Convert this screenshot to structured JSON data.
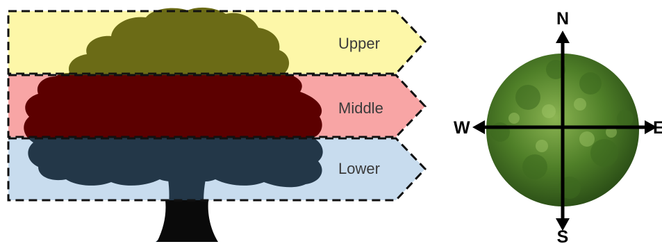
{
  "layers": [
    {
      "id": "upper",
      "label": "Upper",
      "color": "#fdf7a8"
    },
    {
      "id": "middle",
      "label": "Middle",
      "color": "#f8a5a5"
    },
    {
      "id": "lower",
      "label": "Lower",
      "color": "#c8dcee"
    }
  ],
  "compass": {
    "north": "N",
    "south": "S",
    "east": "E",
    "west": "W"
  },
  "colors": {
    "upper_foliage": "#6b6b16",
    "middle_foliage": "#5c0000",
    "lower_foliage": "#233748",
    "trunk": "#0a0a0a",
    "canopy_dark": "#2f5a1a",
    "canopy_light": "#7fa84a"
  },
  "icons": {
    "tree_side_view": "tree-silhouette-icon",
    "tree_top_view": "tree-canopy-top-view-icon"
  }
}
